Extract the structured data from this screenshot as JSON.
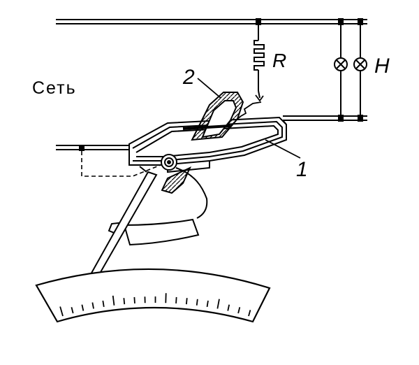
{
  "labels": {
    "network": "Сеть",
    "resistor": "R",
    "load": "Н",
    "fixed_coil": "1",
    "moving_coil": "2"
  },
  "scale": {
    "main_ticks": 18,
    "small_arc_ticks": 0
  }
}
